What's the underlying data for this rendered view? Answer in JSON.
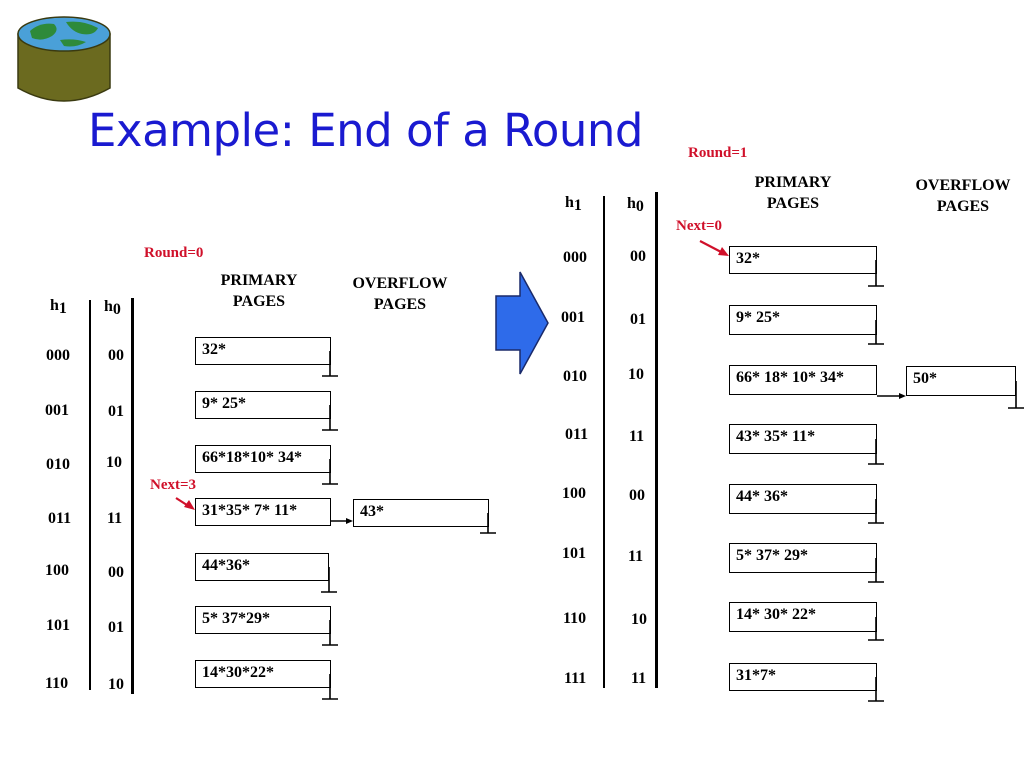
{
  "title": "Example:  End of a Round",
  "headers": {
    "h1_main": "h",
    "h1_sub": "1",
    "h0_main": "h",
    "h0_sub": "0",
    "primary_line1": "PRIMARY",
    "primary_line2": "PAGES",
    "overflow_line1": "OVERFLOW",
    "overflow_line2": "PAGES"
  },
  "left": {
    "round_label": "Round=0",
    "next_label": "Next=3",
    "rows": [
      {
        "h1": "000",
        "h0": "00",
        "primary": "32*"
      },
      {
        "h1": "001",
        "h0": "01",
        "primary": "9* 25*"
      },
      {
        "h1": "010",
        "h0": "10",
        "primary": "66*18*10* 34*"
      },
      {
        "h1": "011",
        "h0": "11",
        "primary": "31*35* 7*   11*",
        "overflow": "43*"
      },
      {
        "h1": "100",
        "h0": "00",
        "primary": "44*36*"
      },
      {
        "h1": "101",
        "h0": "01",
        "primary": "5*  37*29*"
      },
      {
        "h1": "110",
        "h0": "10",
        "primary": "14*30*22*"
      }
    ]
  },
  "right": {
    "round_label": "Round=1",
    "next_label": "Next=0",
    "rows": [
      {
        "h1": "000",
        "h0": "00",
        "primary": "32*"
      },
      {
        "h1": "001",
        "h0": "01",
        "primary": "9* 25*"
      },
      {
        "h1": "010",
        "h0": "10",
        "primary": "66*  18* 10* 34*",
        "overflow": "50*"
      },
      {
        "h1": "011",
        "h0": "11",
        "primary": "43*  35*   11*"
      },
      {
        "h1": "100",
        "h0": "00",
        "primary": "44*   36*"
      },
      {
        "h1": "101",
        "h0": "11",
        "primary": "5*    37*   29*"
      },
      {
        "h1": "110",
        "h0": "10",
        "primary": "14*   30*  22*"
      },
      {
        "h1": "111",
        "h0": "11",
        "primary": "31*7*"
      }
    ]
  },
  "colors": {
    "title": "#1a1ad0",
    "labels_red": "#d0102a",
    "transition_arrow": "#2e6bea",
    "logo_top": "#1f8a3a",
    "logo_body": "#6b6a1f"
  },
  "icons": {
    "logo": "globe-cylinder-icon",
    "transition": "right-arrow-icon"
  }
}
